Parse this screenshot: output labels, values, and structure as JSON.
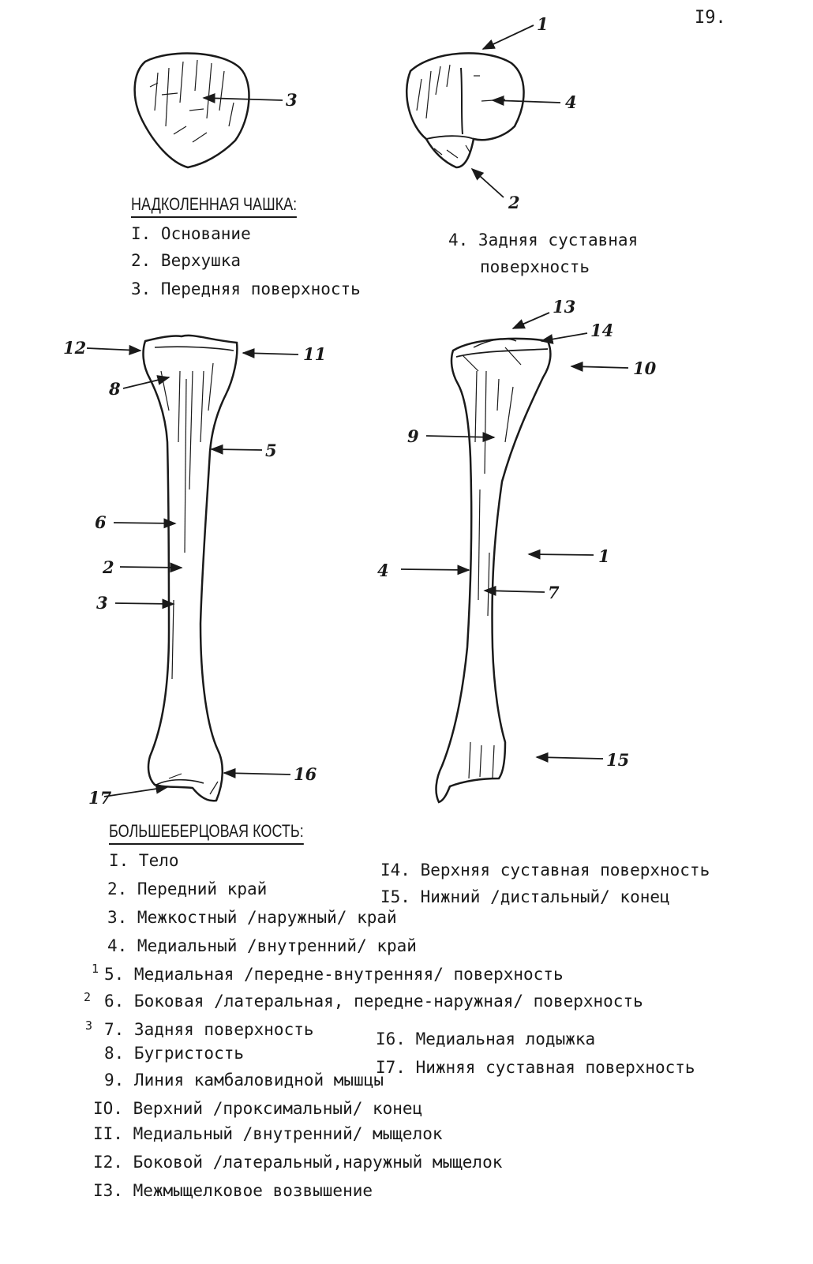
{
  "page_number": "I9.",
  "patella": {
    "heading": "НАДКОЛЕННАЯ ЧАШКА:",
    "items": [
      "I. Основание",
      "2. Верхушка",
      "3. Передняя поверхность",
      "4. Задняя суставная",
      "поверхность"
    ]
  },
  "tibia": {
    "heading": "БОЛЬШЕБЕРЦОВАЯ КОСТЬ:",
    "items": [
      "I. Тело",
      "2. Передний край",
      "3. Межкостный /наружный/ край",
      "4. Медиальный /внутренний/ край",
      "5. Медиальная /передне-внутренняя/ поверхность",
      "6. Боковая /латеральная, передне-наружная/ поверхность",
      "7. Задняя поверхность",
      "8. Бугристость",
      "9. Линия камбаловидной мышцы",
      "IO. Верхний /проксимальный/ конец",
      "II. Медиальный /внутренний/ мыщелок",
      "I2. Боковой /латеральный,наружный мыщелок",
      "I3. Межмыщелковое возвышение",
      "I4. Верхняя суставная поверхность",
      "I5. Нижний /дистальный/ конец",
      "I6. Медиальная лодыжка",
      "I7. Нижняя суставная поверхность"
    ],
    "margin_marks": [
      "1",
      "2",
      "3"
    ]
  },
  "labels": {
    "patella_front": [
      "3"
    ],
    "patella_back": [
      "1",
      "4",
      "2"
    ],
    "tibia_front": [
      "12",
      "11",
      "8",
      "5",
      "6",
      "2",
      "3",
      "16",
      "17"
    ],
    "tibia_back": [
      "13",
      "14",
      "10",
      "9",
      "1",
      "4",
      "7",
      "15"
    ]
  }
}
